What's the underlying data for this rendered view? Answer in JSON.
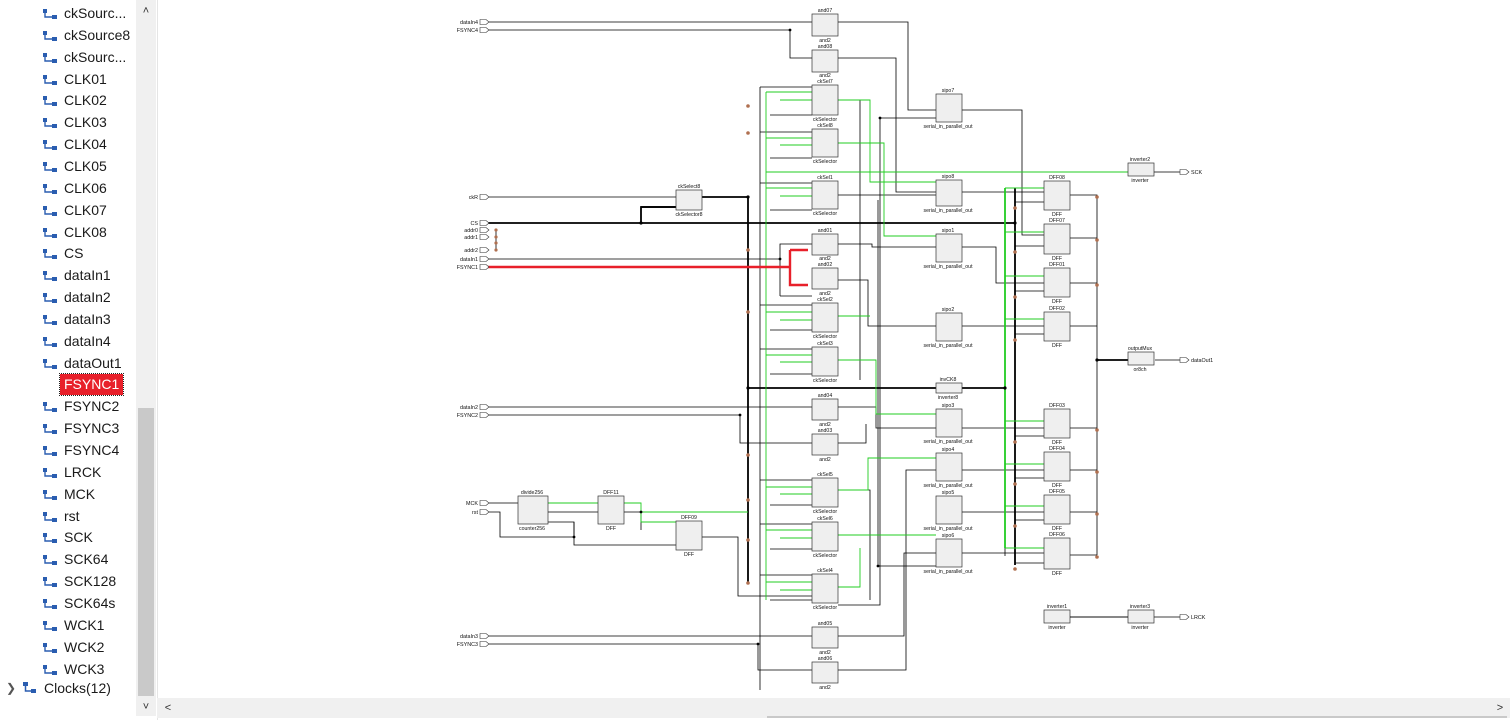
{
  "netlist": {
    "items": [
      "ckSourc...",
      "ckSource8",
      "ckSourc...",
      "CLK01",
      "CLK02",
      "CLK03",
      "CLK04",
      "CLK05",
      "CLK06",
      "CLK07",
      "CLK08",
      "CS",
      "dataIn1",
      "dataIn2",
      "dataIn3",
      "dataIn4",
      "dataOut1",
      "FSYNC1",
      "FSYNC2",
      "FSYNC3",
      "FSYNC4",
      "LRCK",
      "MCK",
      "rst",
      "SCK",
      "SCK64",
      "SCK128",
      "SCK64s",
      "WCK1",
      "WCK2",
      "WCK3"
    ],
    "selected": "FSYNC1",
    "group_label": "Clocks(12)"
  },
  "colors": {
    "selection": "#e8202a",
    "wire": "#000000",
    "clock_wire": "#22cc22",
    "highlight_wire": "#e8202a"
  },
  "schematic": {
    "ports": {
      "dataIn4": "dataIn4",
      "FSYNC4": "FSYNC4",
      "ckR": "ckR",
      "CS": "CS",
      "addr0": "addr0",
      "addr1": "addr1",
      "addr2": "addr2",
      "dataIn1": "dataIn1",
      "FSYNC1": "FSYNC1",
      "dataIn2": "dataIn2",
      "FSYNC2": "FSYNC2",
      "MCK": "MCK",
      "rst": "rst",
      "dataIn3": "dataIn3",
      "FSYNC3": "FSYNC3",
      "SCK": "SCK",
      "dataOut1": "dataOut1",
      "LRCK": "LRCK"
    },
    "cells": {
      "and07_n": "and07",
      "and07_t": "and2",
      "and08_n": "and08",
      "and08_t": "and2",
      "ckSel7_n": "ckSel7",
      "ckSel7_t": "ckSelector",
      "ckSel8_n": "ckSel8",
      "ckSel8_t": "ckSelector",
      "ckSel1_n": "ckSel1",
      "ckSel1_t": "ckSelector",
      "and01_n": "and01",
      "and01_t": "and2",
      "and02_n": "and02",
      "and02_t": "and2",
      "ckSel2_n": "ckSel2",
      "ckSel2_t": "ckSelector",
      "ckSel3_n": "ckSel3",
      "ckSel3_t": "ckSelector",
      "and04_n": "and04",
      "and04_t": "and2",
      "and03_n": "and03",
      "and03_t": "and2",
      "ckSel5_n": "ckSel5",
      "ckSel5_t": "ckSelector",
      "ckSel6_n": "ckSel6",
      "ckSel6_t": "ckSelector",
      "ckSel4_n": "ckSel4",
      "ckSel4_t": "ckSelector",
      "and05_n": "and05",
      "and05_t": "and2",
      "and06_n": "and06",
      "and06_t": "and2",
      "ckSelector8_n": "ckSelect8",
      "ckSelector8_t": "ckSelector8",
      "sipo7_n": "sipo7",
      "sipo8_n": "sipo8",
      "sipo1_n": "sipo1",
      "sipo2_n": "sipo2",
      "sipo3_n": "sipo3",
      "sipo4_n": "sipo4",
      "sipo5_n": "sipo5",
      "sipo6_n": "sipo6",
      "sipo_t": "serial_in_parallel_out",
      "invCK8_n": "invCK8",
      "invCK8_t": "inverter8",
      "DFF08_n": "DFF08",
      "DFF07_n": "DFF07",
      "DFF01_n": "DFF01",
      "DFF02_n": "DFF02",
      "DFF03_n": "DFF03",
      "DFF04_n": "DFF04",
      "DFF05_n": "DFF05",
      "DFF06_n": "DFF06",
      "DFF_t": "DFF",
      "inverter2_n": "inverter2",
      "inverter1_n": "inverter1",
      "inverter3_n": "inverter3",
      "inverter_t": "inverter",
      "outputMux_n": "outputMux",
      "outputMux_t": "or8ch",
      "divide256_n": "divide256",
      "divide256_t": "counter256",
      "DFF11_n": "DFF11",
      "DFF09_n": "DFF09"
    }
  }
}
